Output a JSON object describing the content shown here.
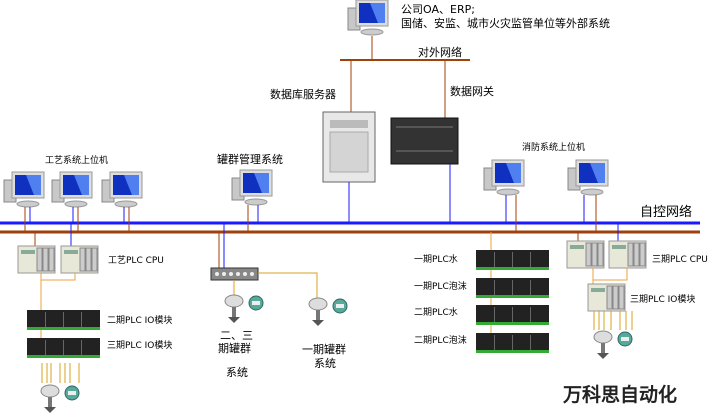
{
  "labels": {
    "external_systems_line1": "公司OA、ERP;",
    "external_systems_line2": "国储、安监、城市火灾监管单位等外部系统",
    "external_network": "对外网络",
    "db_server": "数据库服务器",
    "data_gateway": "数据网关",
    "process_hosts": "工艺系统上位机",
    "tank_mgmt": "罐群管理系统",
    "fire_hosts": "消防系统上位机",
    "control_network": "自控网络",
    "process_plc_cpu": "工艺PLC CPU",
    "phase2_io": "二期PLC IO模块",
    "phase3_io": "三期PLC IO模块",
    "phase23_tank_l1": "二、三",
    "phase23_tank_l2": "期罐群",
    "phase23_tank_l3": "系统",
    "phase1_tank_l1": "一期罐群",
    "phase1_tank_l2": "系统",
    "p1_plc_water": "一期PLC水",
    "p1_plc_foam": "一期PLC泡沫",
    "p2_plc_water": "二期PLC水",
    "p2_plc_foam": "二期PLC泡沫",
    "phase3_plc_cpu": "三期PLC CPU",
    "phase3_plc_io": "三期PLC IO模块",
    "watermark": "万科思自动化"
  },
  "colors": {
    "control_bus": "#1a1aff",
    "plc_bus": "#a0400a",
    "external_bus": "#a0400a",
    "io_wire": "#f0a040"
  }
}
